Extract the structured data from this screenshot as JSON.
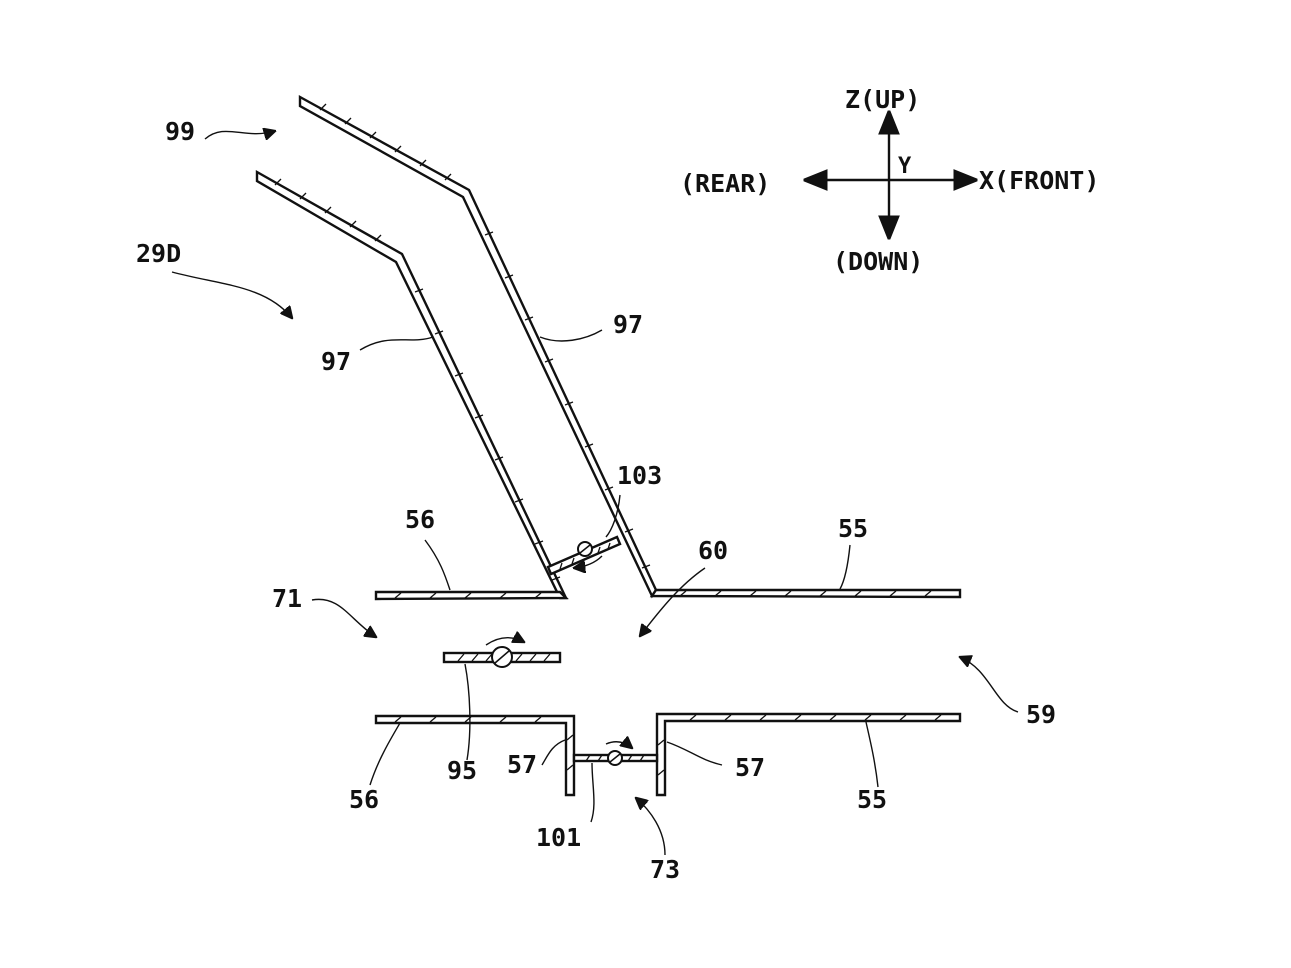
{
  "labels": {
    "l99": "99",
    "l29d": "29D",
    "l97_left": "97",
    "l97_right": "97",
    "l103": "103",
    "l56_top": "56",
    "l55_top": "55",
    "l60": "60",
    "l71": "71",
    "l59": "59",
    "l95": "95",
    "l57_left": "57",
    "l57_right": "57",
    "l56_bottom": "56",
    "l55_bottom": "55",
    "l101": "101",
    "l73": "73"
  },
  "axes": {
    "z_up": "Z(UP)",
    "y": "Y",
    "rear": "(REAR)",
    "x_front": "X(FRONT)",
    "down": "(DOWN)"
  }
}
